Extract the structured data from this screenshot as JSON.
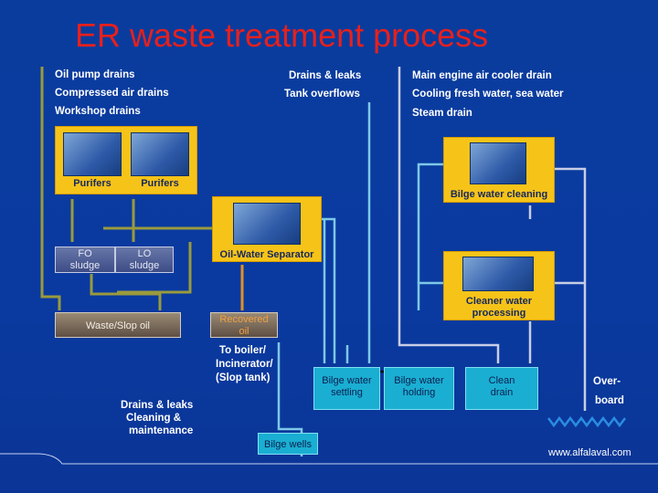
{
  "title": "ER waste treatment process",
  "sources": {
    "left": [
      "Oil pump drains",
      "Compressed air drains",
      "Workshop drains"
    ],
    "middle": [
      "Drains & leaks",
      "Tank overflows"
    ],
    "right": [
      "Main engine air cooler drain",
      "Cooling fresh water, sea water",
      "Steam drain"
    ]
  },
  "purifiers": [
    "Purifers",
    "Purifers"
  ],
  "sludge": [
    "FO sludge",
    "LO sludge"
  ],
  "oil_water_separator": "Oil-Water Separator",
  "waste_slop_oil": "Waste/Slop oil",
  "recovered_oil": "Recovered oil",
  "boiler_note": [
    "To boiler/",
    "Incinerator/",
    "(Slop tank)"
  ],
  "bilge_water_cleaning": "Bilge water cleaning",
  "cleaner_water_processing": [
    "Cleaner water",
    "processing"
  ],
  "tanks": [
    {
      "line1": "Bilge water",
      "line2": "settling"
    },
    {
      "line1": "Bilge water",
      "line2": "holding"
    },
    {
      "line1": "Clean",
      "line2": "drain"
    }
  ],
  "bilge_wells_sources": [
    "Drains & leaks",
    "Cleaning &",
    "maintenance"
  ],
  "bilge_wells": "Bilge wells",
  "overboard": [
    "Over-",
    "board"
  ],
  "website": "www.alfalaval.com",
  "colors": {
    "background": "#0a3c9e",
    "title": "#e8201c",
    "yellow": "#f6c319",
    "oil_flow": "#9a9a3c",
    "water_flow": "#7ec8e8",
    "recovered_flow": "#e0902a",
    "clean_flow": "#c7cde6"
  }
}
